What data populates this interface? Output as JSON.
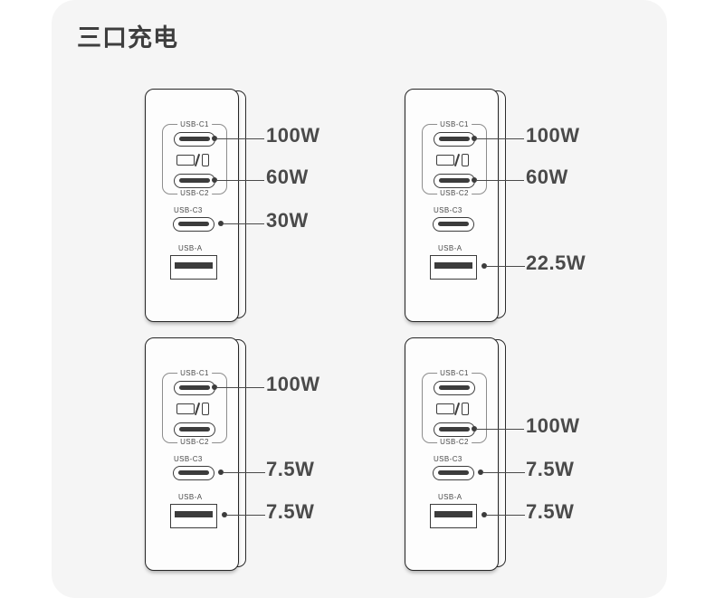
{
  "page": {
    "title": "三口充电",
    "background": "#ffffff",
    "card_background": "#f5f5f5",
    "text_color": "#4a4a4a",
    "outline_color": "#3c3c3c"
  },
  "labels": {
    "usb_c1": "USB-C1",
    "usb_c2": "USB-C2",
    "usb_c3": "USB-C3",
    "usb_a": "USB-A",
    "device_icon": "laptop-phone-icon"
  },
  "panels": [
    {
      "id": "panel-1",
      "name": "three-port-mode-1",
      "ports": [
        {
          "port": "USB-C1",
          "type": "usb-c",
          "power": "100W",
          "has_callout": true
        },
        {
          "port": "USB-C2",
          "type": "usb-c",
          "power": "60W",
          "has_callout": true
        },
        {
          "port": "USB-C3",
          "type": "usb-c",
          "power": "30W",
          "has_callout": true
        },
        {
          "port": "USB-A",
          "type": "usb-a",
          "power": "",
          "has_callout": false
        }
      ]
    },
    {
      "id": "panel-2",
      "name": "three-port-mode-2",
      "ports": [
        {
          "port": "USB-C1",
          "type": "usb-c",
          "power": "100W",
          "has_callout": true
        },
        {
          "port": "USB-C2",
          "type": "usb-c",
          "power": "60W",
          "has_callout": true
        },
        {
          "port": "USB-C3",
          "type": "usb-c",
          "power": "",
          "has_callout": false
        },
        {
          "port": "USB-A",
          "type": "usb-a",
          "power": "22.5W",
          "has_callout": true
        }
      ]
    },
    {
      "id": "panel-3",
      "name": "three-port-mode-3",
      "ports": [
        {
          "port": "USB-C1",
          "type": "usb-c",
          "power": "100W",
          "has_callout": true
        },
        {
          "port": "USB-C2",
          "type": "usb-c",
          "power": "",
          "has_callout": false
        },
        {
          "port": "USB-C3",
          "type": "usb-c",
          "power": "7.5W",
          "has_callout": true
        },
        {
          "port": "USB-A",
          "type": "usb-a",
          "power": "7.5W",
          "has_callout": true
        }
      ]
    },
    {
      "id": "panel-4",
      "name": "three-port-mode-4",
      "ports": [
        {
          "port": "USB-C1",
          "type": "usb-c",
          "power": "",
          "has_callout": false
        },
        {
          "port": "USB-C2",
          "type": "usb-c",
          "power": "100W",
          "has_callout": true
        },
        {
          "port": "USB-C3",
          "type": "usb-c",
          "power": "7.5W",
          "has_callout": true
        },
        {
          "port": "USB-A",
          "type": "usb-a",
          "power": "7.5W",
          "has_callout": true
        }
      ]
    }
  ]
}
